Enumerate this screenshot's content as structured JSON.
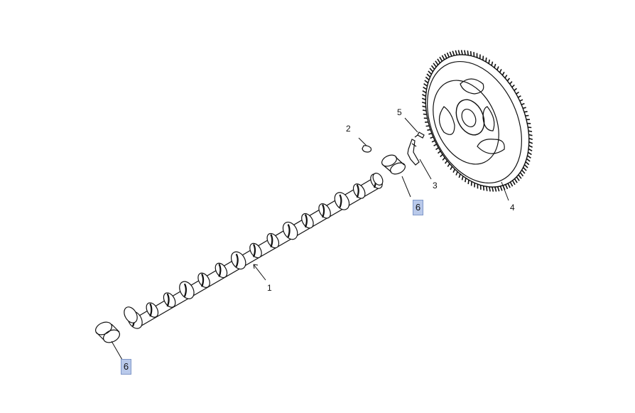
{
  "callouts": {
    "item_1": "1",
    "item_2": "2",
    "item_3": "3",
    "item_4": "4",
    "item_5": "5",
    "item_6_upper": "6",
    "item_6_lower": "6"
  },
  "colors": {
    "line": "#111111",
    "highlight_fill": "#b9c9ea",
    "highlight_border": "#7f97c8"
  }
}
